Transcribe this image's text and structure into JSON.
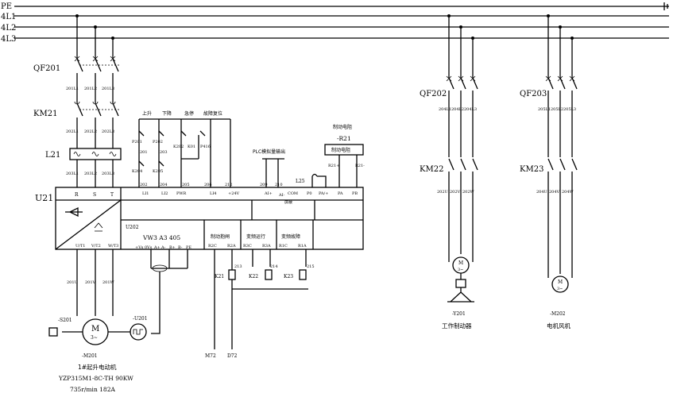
{
  "bus": {
    "pe": "PE",
    "l1": "4L1",
    "l2": "4L2",
    "l3": "4L3"
  },
  "hoist": {
    "qf": "QF201",
    "qf_terms": [
      "201L1",
      "201L2",
      "201L3"
    ],
    "km": "KM21",
    "km_terms": [
      "202L1",
      "202L2",
      "202L3"
    ],
    "reactor": "L21",
    "reactor_terms": [
      "203L1",
      "203L2",
      "203L3"
    ],
    "motor_terms": [
      "201U",
      "201V",
      "201W"
    ],
    "brake": "-S201",
    "encoder": "-U201",
    "motor_tag": "-M201",
    "motor_symbol": "M",
    "motor_phase": "3~",
    "motor_desc": "1#起升电动机",
    "motor_model": "YZP315M1-8C-TH   90KW",
    "motor_speed": "735r/min 182A"
  },
  "inverter": {
    "tag": "U21",
    "inputs": [
      "R",
      "S",
      "T"
    ],
    "outputs": [
      "U/T1",
      "V/T2",
      "W/T3"
    ],
    "control_cmds": [
      "上升",
      "下降",
      "急停",
      "故障复位"
    ],
    "contacts": [
      "P201",
      "P202",
      "K202",
      "K01",
      "P416",
      "K204",
      "K205"
    ],
    "wire_nums": [
      "201",
      "203",
      "202",
      "204",
      "205",
      "206",
      "212",
      "209",
      "210"
    ],
    "terminals": [
      "LI1",
      "LI2",
      "PWR",
      "LI4",
      "+24V",
      "AI+",
      "AI-",
      "COM",
      "屏蔽",
      "P0",
      "PA/+",
      "PA",
      "PB"
    ],
    "plc_label": "PLC模拟量输出",
    "resistor_title": "制动电阻",
    "resistor_tag": "-R21",
    "resistor_box": "制动电阻",
    "resistor_pins": [
      "R21+",
      "R21-"
    ],
    "choke": "L25",
    "comm_box": "U202",
    "comm_model": "VW3 A3 405",
    "comm_pins": [
      "+Vs",
      "0Vs",
      "A+",
      "A-",
      "B+",
      "B-",
      "PE"
    ],
    "relays": [
      {
        "title": "制动抱闸",
        "pins": [
          "R2C",
          "R2A"
        ]
      },
      {
        "title": "变频运行",
        "pins": [
          "R3C",
          "R3A"
        ]
      },
      {
        "title": "变频故障",
        "pins": [
          "R1C",
          "R1A"
        ]
      }
    ],
    "relay_coils": [
      "K21",
      "K22",
      "K23"
    ],
    "relay_wires": [
      "213",
      "214",
      "215"
    ],
    "outputs_bottom": [
      "M72",
      "D72"
    ]
  },
  "brake_branch": {
    "qf": "QF202",
    "qf_terms": [
      "204L1",
      "204L2",
      "204L3"
    ],
    "km": "KM22",
    "km_terms": [
      "202U",
      "202V",
      "202W"
    ],
    "motor_symbol": "M",
    "motor_phase": "3~",
    "device": "-Y201",
    "device_desc": "工作制动器"
  },
  "fan_branch": {
    "qf": "QF203",
    "qf_terms": [
      "205L1",
      "205L2",
      "205L3"
    ],
    "km": "KM23",
    "km_terms": [
      "204U",
      "204V",
      "204W"
    ],
    "motor_symbol": "M",
    "motor_phase": "3~",
    "motor_tag": "-M202",
    "motor_desc": "电机风机"
  }
}
